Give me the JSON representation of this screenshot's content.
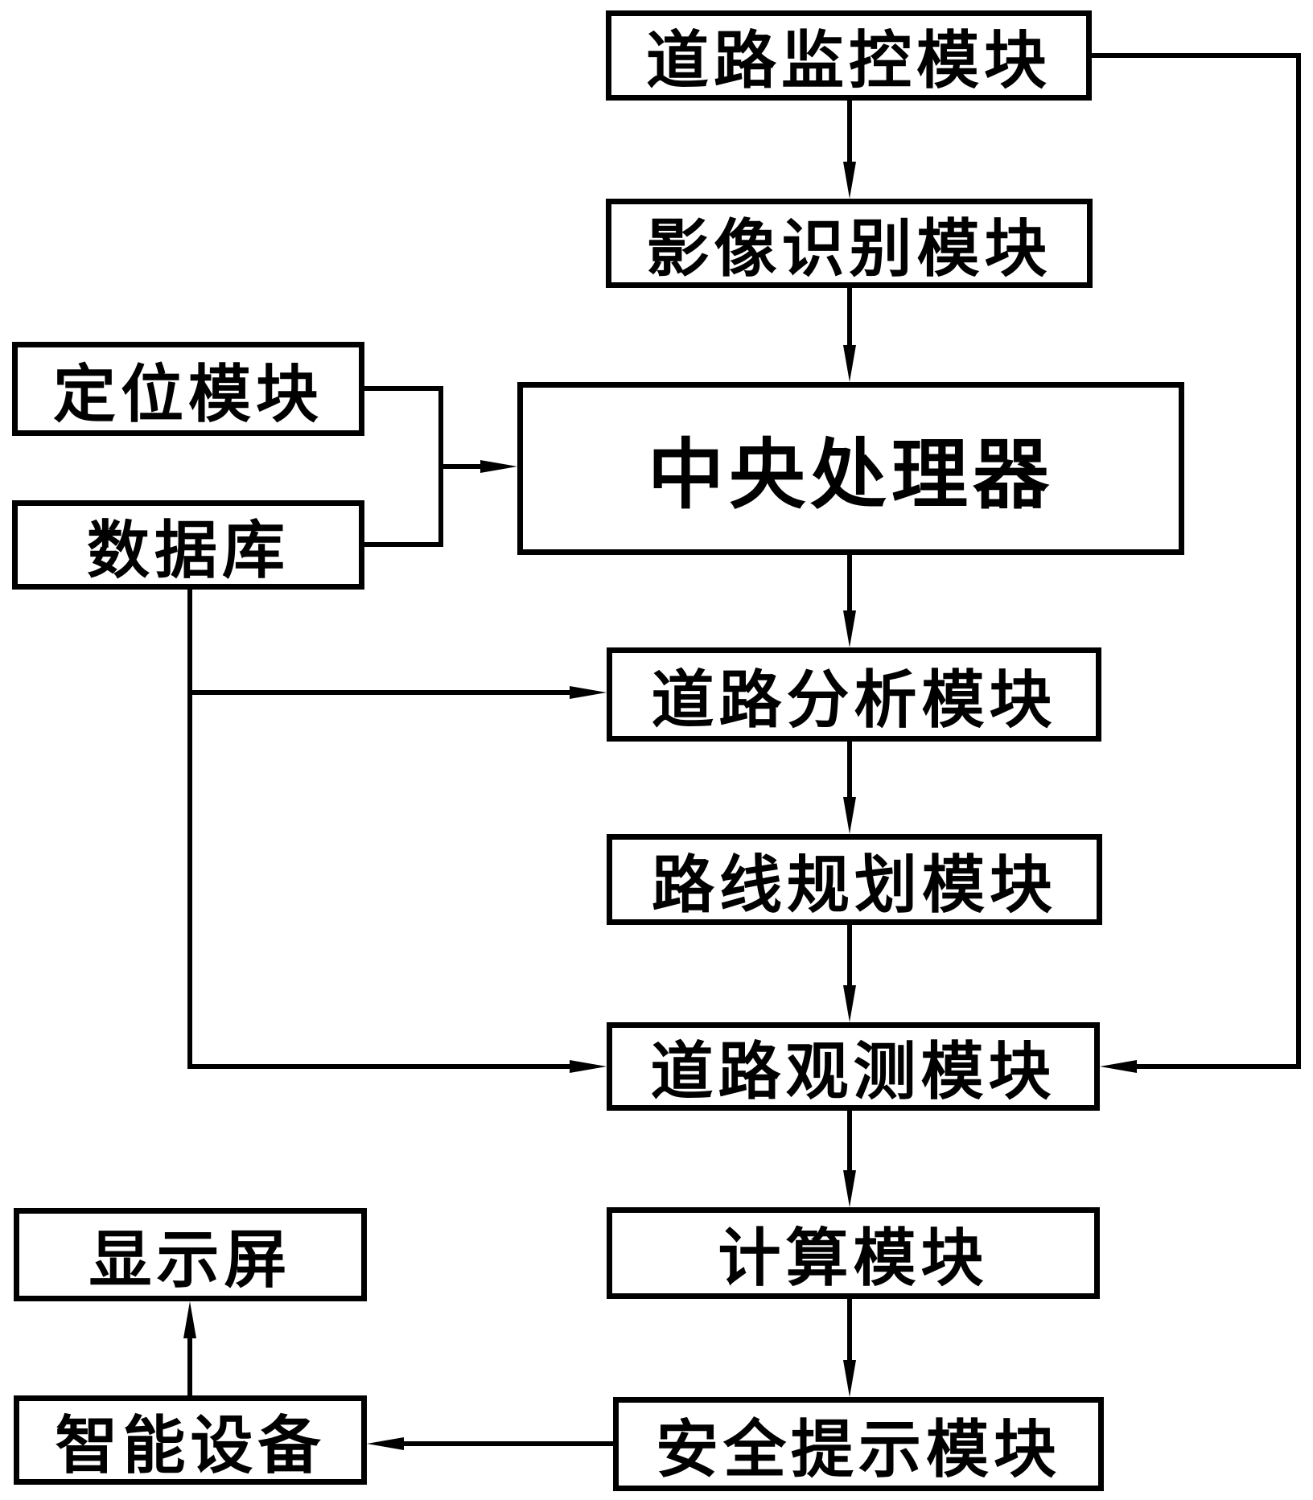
{
  "diagram": {
    "type": "flowchart",
    "colors": {
      "line": "#000000",
      "background": "#ffffff",
      "box_fill": "#ffffff",
      "text": "#000000"
    },
    "nodes": {
      "road_monitoring": {
        "label": "道路监控模块"
      },
      "image_recognition": {
        "label": "影像识别模块"
      },
      "cpu": {
        "label": "中央处理器"
      },
      "positioning": {
        "label": "定位模块"
      },
      "database": {
        "label": "数据库"
      },
      "road_analysis": {
        "label": "道路分析模块"
      },
      "route_planning": {
        "label": "路线规划模块"
      },
      "road_observation": {
        "label": "道路观测模块"
      },
      "calculation": {
        "label": "计算模块"
      },
      "safety_prompt": {
        "label": "安全提示模块"
      },
      "display_screen": {
        "label": "显示屏"
      },
      "smart_device": {
        "label": "智能设备"
      }
    },
    "edges": [
      {
        "from": "道路监控模块",
        "to": "影像识别模块"
      },
      {
        "from": "影像识别模块",
        "to": "中央处理器"
      },
      {
        "from": "定位模块",
        "to": "中央处理器"
      },
      {
        "from": "数据库",
        "to": "中央处理器"
      },
      {
        "from": "中央处理器",
        "to": "道路分析模块"
      },
      {
        "from": "数据库",
        "to": "道路分析模块"
      },
      {
        "from": "道路分析模块",
        "to": "路线规划模块"
      },
      {
        "from": "路线规划模块",
        "to": "道路观测模块"
      },
      {
        "from": "道路监控模块",
        "to": "道路观测模块"
      },
      {
        "from": "数据库",
        "to": "道路观测模块"
      },
      {
        "from": "道路观测模块",
        "to": "计算模块"
      },
      {
        "from": "计算模块",
        "to": "安全提示模块"
      },
      {
        "from": "安全提示模块",
        "to": "智能设备"
      },
      {
        "from": "智能设备",
        "to": "显示屏"
      }
    ]
  }
}
